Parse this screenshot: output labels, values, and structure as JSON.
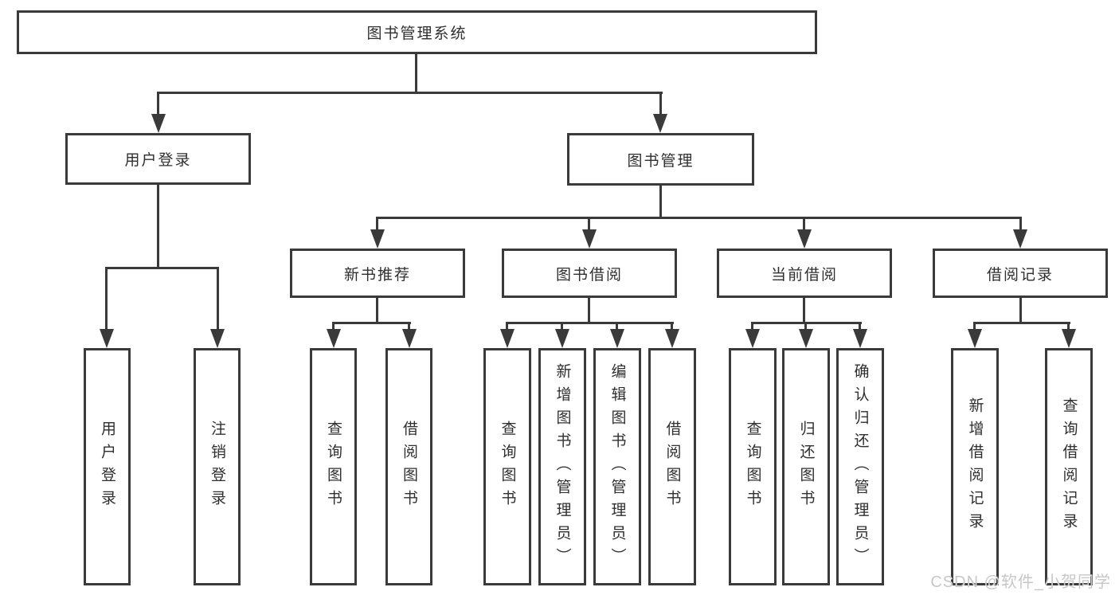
{
  "diagram": {
    "root": {
      "label": "图书管理系统"
    },
    "level1": [
      {
        "label": "用户登录"
      },
      {
        "label": "图书管理"
      }
    ],
    "level2": [
      {
        "label": "新书推荐"
      },
      {
        "label": "图书借阅"
      },
      {
        "label": "当前借阅"
      },
      {
        "label": "借阅记录"
      }
    ],
    "leaves": {
      "user_login": [
        {
          "label": "用户登录"
        },
        {
          "label": "注销登录"
        }
      ],
      "new_books": [
        {
          "label": "查询图书"
        },
        {
          "label": "借阅图书"
        }
      ],
      "book_borrow": [
        {
          "label": "查询图书"
        },
        {
          "label": "新增图书（管理员）"
        },
        {
          "label": "编辑图书（管理员）"
        },
        {
          "label": "借阅图书"
        }
      ],
      "current_borrow": [
        {
          "label": "查询图书"
        },
        {
          "label": "归还图书"
        },
        {
          "label": "确认归还（管理员）"
        }
      ],
      "borrow_records": [
        {
          "label": "新增借阅记录"
        },
        {
          "label": "查询借阅记录"
        }
      ]
    },
    "watermark": "CSDN @软件_小贺同学",
    "colors": {
      "line": "#3a3a3a",
      "text": "#2f2f2f",
      "watermark": "#c7c7c7",
      "background": "#ffffff"
    }
  }
}
